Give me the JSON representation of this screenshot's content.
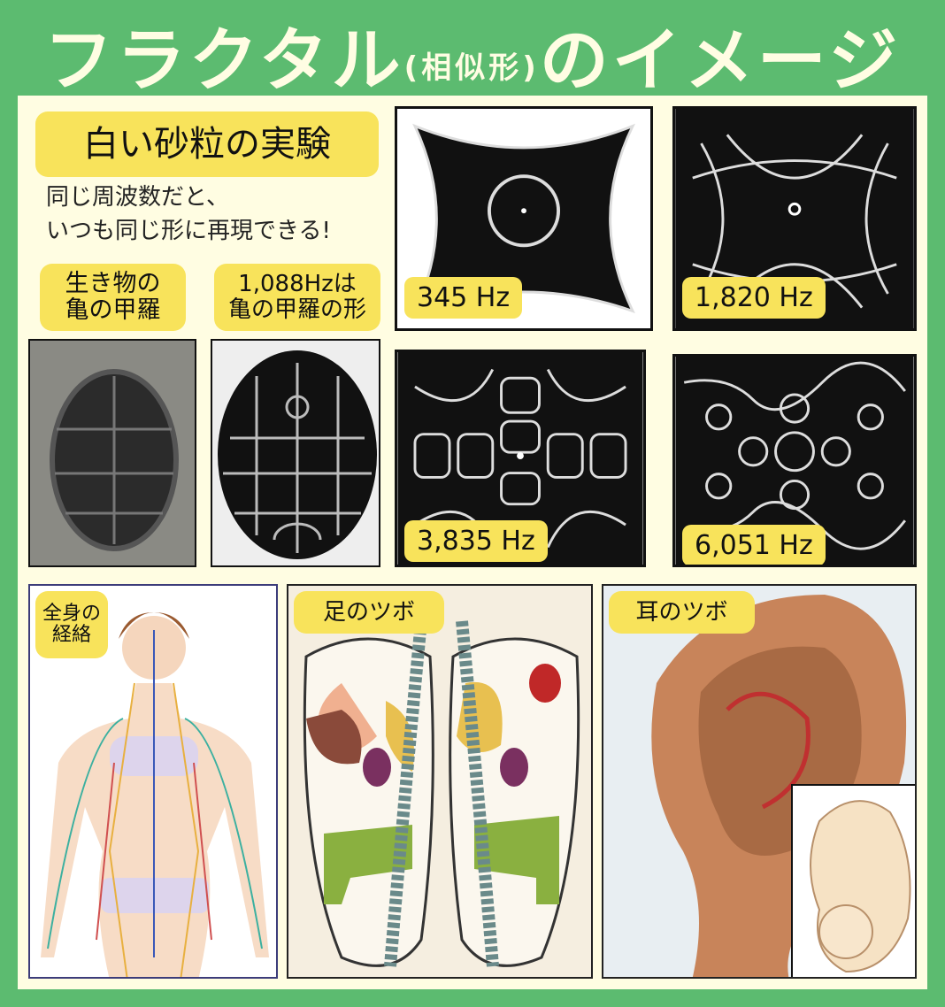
{
  "title": {
    "main": "フラクタル",
    "paren": "(相似形)",
    "tail": "のイメージ"
  },
  "experiment": {
    "heading": "白い砂粒の実験",
    "desc_line1": "同じ周波数だと、",
    "desc_line2": "いつも同じ形に再現できる!"
  },
  "turtle": {
    "label_line1": "生き物の",
    "label_line2": "亀の甲羅",
    "hz_line1": "1,088Hzは",
    "hz_line2": "亀の甲羅の形"
  },
  "plates": [
    {
      "label": "345 Hz"
    },
    {
      "label": "1,820 Hz"
    },
    {
      "label": "3,835 Hz"
    },
    {
      "label": "6,051 Hz"
    }
  ],
  "bottom": {
    "body_line1": "全身の",
    "body_line2": "経絡",
    "foot": "足のツボ",
    "ear": "耳のツボ"
  },
  "colors": {
    "green": "#5cbb70",
    "cream": "#fffde2",
    "yellow": "#f8e35b"
  }
}
